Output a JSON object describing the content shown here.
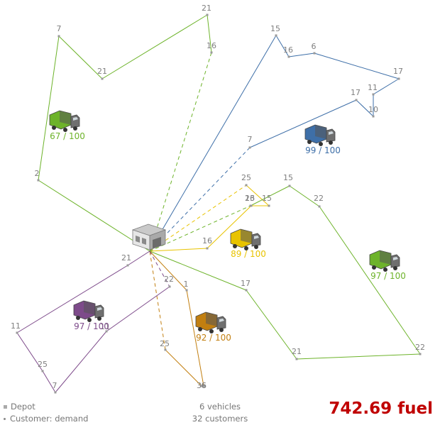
{
  "legend": {
    "depot_label": "Depot",
    "customer_label": "Customer: demand",
    "vehicles_text": "6 vehicles",
    "customers_text": "32 customers"
  },
  "score_text": "742.69 fuel",
  "routes": [
    {
      "color": "#6db32a",
      "load": "67 / 100",
      "demands": [
        "16",
        "21",
        "21",
        "7",
        "2"
      ]
    },
    {
      "color": "#3e6fa8",
      "load": "99 / 100",
      "demands": [
        "15",
        "16",
        "6",
        "17",
        "11",
        "10",
        "17",
        "7"
      ]
    },
    {
      "color": "#e8c300",
      "load": "89 / 100",
      "demands": [
        "25",
        "15",
        "13",
        "16"
      ]
    },
    {
      "color": "#6db32a",
      "load": "97 / 100",
      "demands": [
        "26",
        "15",
        "22",
        "22",
        "21",
        "17"
      ]
    },
    {
      "color": "#c27f10",
      "load": "92 / 100",
      "demands": [
        "1",
        "6",
        "36",
        "25"
      ]
    },
    {
      "color": "#7d4a8a",
      "load": "97 / 100",
      "demands": [
        "22",
        "11",
        "7",
        "25",
        "11",
        "21"
      ]
    }
  ]
}
